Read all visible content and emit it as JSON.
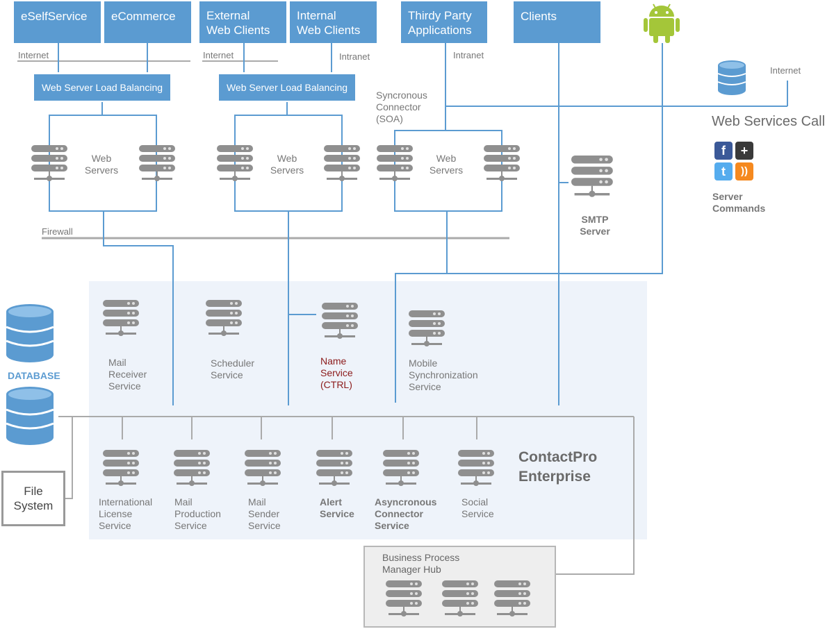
{
  "top_boxes": {
    "eselfservice": "eSelfService",
    "ecommerce": "eCommerce",
    "external_web_clients": "External\nWeb Clients",
    "internal_web_clients": "Internal\nWeb Clients",
    "thirdy_party": "Thirdy Party\nApplications",
    "clients": "Clients"
  },
  "network_labels": {
    "internet_left": "Internet",
    "internet_mid": "Internet",
    "intranet_mid": "Intranet",
    "intranet_right": "Intranet",
    "internet_far": "Internet",
    "firewall": "Firewall"
  },
  "load_balancers": {
    "left": "Web Server Load Balancing",
    "right": "Web Server Load Balancing"
  },
  "syncronous_connector": "Syncronous\nConnector\n(SOA)",
  "web_servers": {
    "group1": "Web\nServers",
    "group2": "Web\nServers",
    "group3": "Web\nServers"
  },
  "smtp_server": "SMTP\nServer",
  "web_services_call": "Web Services Call",
  "server_commands": "Server\nCommands",
  "social_icons": [
    "facebook-icon",
    "google-plus-icon",
    "twitter-icon",
    "rss-icon"
  ],
  "database": "DATABASE",
  "file_system": "File\nSystem",
  "core_services": {
    "mail_receiver": "Mail\nReceiver\nService",
    "scheduler": "Scheduler\nService",
    "name_service": "Name\nService\n(CTRL)",
    "mobile_sync": "Mobile\nSynchronization\nService"
  },
  "bus_services": {
    "international_license": "International\nLicense\nService",
    "mail_production": "Mail\nProduction\nService",
    "mail_sender": "Mail\nSender\nService",
    "alert": "Alert\nService",
    "asyncronous_connector": "Asyncronous\nConnector\nService",
    "social": "Social\nService"
  },
  "platform_title": "ContactPro\nEnterprise",
  "bpm_hub": "Business Process\nManager Hub",
  "colors": {
    "box_blue": "#5b9bd1",
    "line_blue": "#5b9bd1",
    "line_gray": "#aaaaaa",
    "server_gray": "#8f8f8f",
    "region_bg": "#eef3fa",
    "name_service_red": "#8b1a1a",
    "android_green": "#a4c639"
  }
}
